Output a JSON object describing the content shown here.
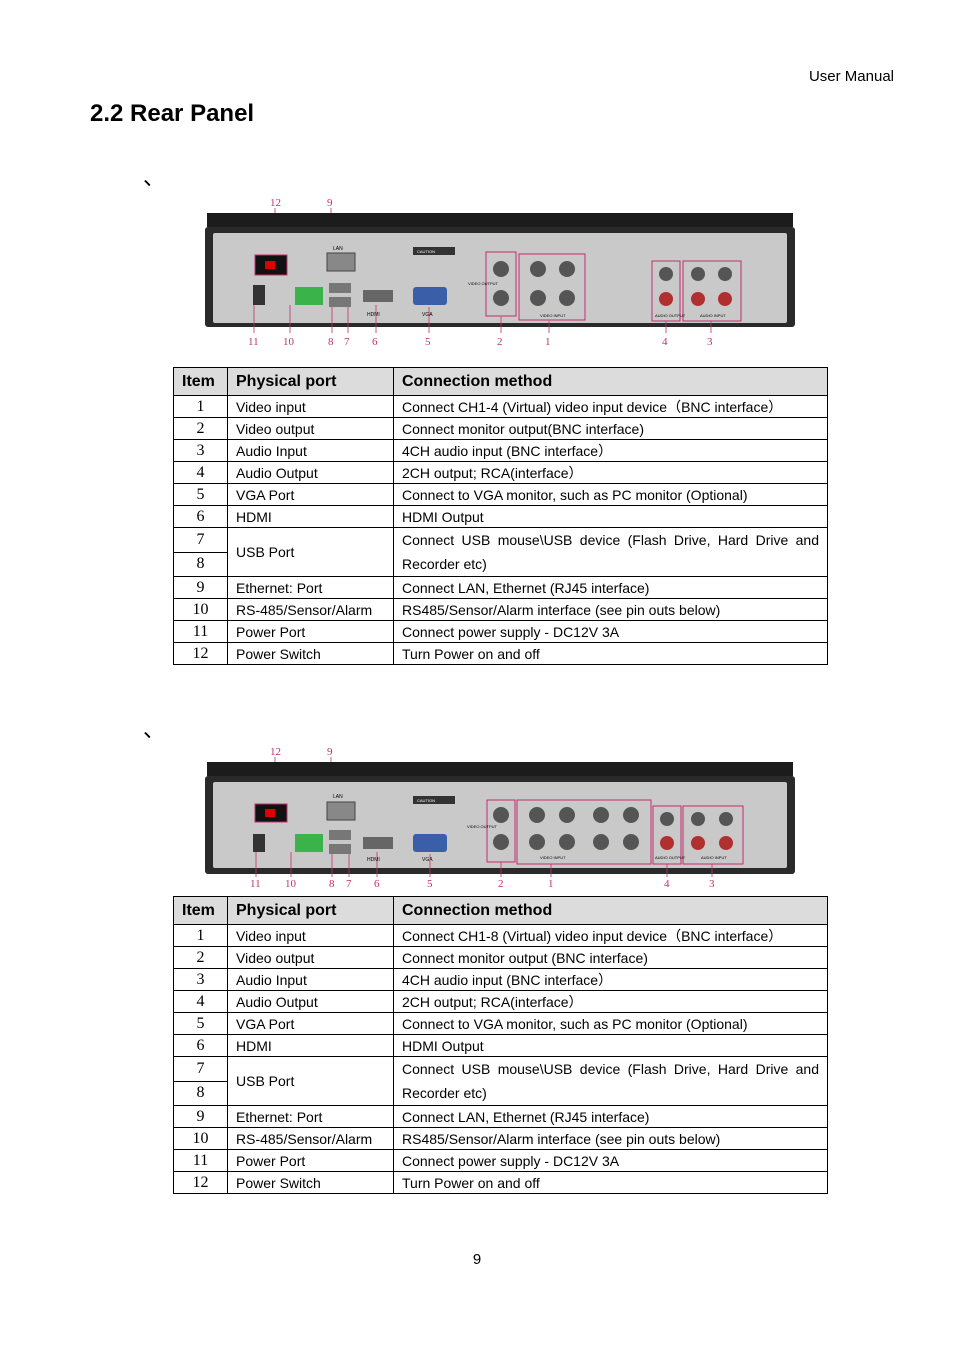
{
  "header": {
    "right_text": "User  Manual"
  },
  "section": {
    "title": "2.2 Rear Panel"
  },
  "bullets": [
    "、",
    "、"
  ],
  "panel_labels": {
    "lan": "LAN",
    "caution": "CAUTION",
    "hdmi": "HDMI",
    "vga": "VGA",
    "video_output": "VIDEO OUTPUT",
    "video_input": "VIDEO INPUT",
    "audio_output": "AUDIO OUTPUT",
    "audio_input": "AUDIO INPUT"
  },
  "callouts": {
    "top": [
      "12",
      "9"
    ],
    "bottom": [
      "11",
      "10",
      "8",
      "7",
      "6",
      "5",
      "2",
      "1",
      "4",
      "3"
    ]
  },
  "table_headers": {
    "item": "Item",
    "port": "Physical port",
    "method": "Connection method"
  },
  "tables": [
    {
      "rows": [
        {
          "item": "1",
          "port": "Video input",
          "method": "Connect CH1-4 (Virtual) video input device（BNC interface）"
        },
        {
          "item": "2",
          "port": "Video output",
          "method": "Connect monitor output(BNC interface)"
        },
        {
          "item": "3",
          "port": "Audio Input",
          "method": "4CH audio input (BNC interface）"
        },
        {
          "item": "4",
          "port": "Audio Output",
          "method": "2CH output; RCA(interface）"
        },
        {
          "item": "5",
          "port": "VGA Port",
          "method": "Connect to VGA monitor, such as PC monitor (Optional)"
        },
        {
          "item": "6",
          "port": "HDMI",
          "method": "HDMI Output"
        },
        {
          "item": "7",
          "item2": "8",
          "port": "USB Port",
          "method": "Connect USB mouse\\USB device (Flash Drive, Hard Drive and Recorder etc)"
        },
        {
          "item": "9",
          "port": "Ethernet: Port",
          "method": "Connect LAN, Ethernet (RJ45 interface)"
        },
        {
          "item": "10",
          "port": "RS-485/Sensor/Alarm",
          "method": "RS485/Sensor/Alarm interface (see pin outs below)"
        },
        {
          "item": "11",
          "port": "Power Port",
          "method": "Connect power supply - DC12V 3A"
        },
        {
          "item": "12",
          "port": "Power Switch",
          "method": "Turn Power on and off"
        }
      ]
    },
    {
      "rows": [
        {
          "item": "1",
          "port": "Video input",
          "method": "Connect CH1-8 (Virtual) video input device（BNC interface）"
        },
        {
          "item": "2",
          "port": "Video output",
          "method": "Connect monitor output (BNC interface)"
        },
        {
          "item": "3",
          "port": "Audio Input",
          "method": "4CH audio input (BNC interface）"
        },
        {
          "item": "4",
          "port": "Audio Output",
          "method": "2CH output; RCA(interface）"
        },
        {
          "item": "5",
          "port": "VGA Port",
          "method": "Connect to VGA monitor, such as PC monitor (Optional)"
        },
        {
          "item": "6",
          "port": "HDMI",
          "method": "HDMI Output"
        },
        {
          "item": "7",
          "item2": "8",
          "port": "USB Port",
          "method": "Connect USB mouse\\USB device (Flash Drive, Hard Drive and Recorder etc)"
        },
        {
          "item": "9",
          "port": "Ethernet: Port",
          "method": "Connect LAN, Ethernet (RJ45 interface)"
        },
        {
          "item": "10",
          "port": "RS-485/Sensor/Alarm",
          "method": "RS485/Sensor/Alarm interface (see pin outs below)"
        },
        {
          "item": "11",
          "port": "Power Port",
          "method": "Connect power supply - DC12V 3A"
        },
        {
          "item": "12",
          "port": "Power Switch",
          "method": "Turn Power on and off"
        }
      ]
    }
  ],
  "footer": {
    "page_number": "9"
  }
}
